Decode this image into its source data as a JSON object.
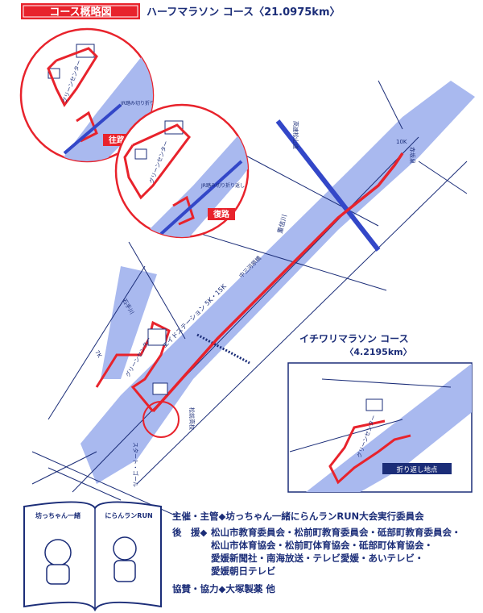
{
  "header": {
    "badge": "コース概略図",
    "title": "ハーフマラソン コース〈21.0975km〉"
  },
  "quarter": {
    "title": "イチワリマラソン コース",
    "distance": "〈4.2195km〉",
    "turn_label": "折り返し地点"
  },
  "insets": {
    "outbound": "往路",
    "return": "復路"
  },
  "map_labels": {
    "green_center": "グリーンセンター",
    "jr_turn": "JR踏み切り折り返し",
    "matsuyama_kosoku": "高速松山道",
    "river": "重信川",
    "nakamikawahara": "中三河原橋",
    "ishii_river": "石手川",
    "aid_station": "エイドステーション 5K・15K",
    "matsumae_hs": "松前高校",
    "akasaka": "赤坂泉",
    "ten_k": "10K",
    "start_goal": "スタート・ゴール",
    "seven_k": "7K"
  },
  "cartoon": {
    "left_title": "坊っちゃん一緒",
    "right_title": "にらんランRUN"
  },
  "credits": {
    "organizer_label": "主催・主管◆",
    "organizer": "坊っちゃん一緒にらんランRUN大会実行委員会",
    "support_label": "後　援◆",
    "support_lines": [
      "松山市教育委員会・松前町教育委員会・砥部町教育委員会・",
      "松山市体育協会・松前町体育協会・砥部町体育協会・",
      "愛媛新聞社・南海放送・テレビ愛媛・あいテレビ・",
      "愛媛朝日テレビ"
    ],
    "sponsor_label": "協賛・協力◆",
    "sponsor": "大塚製薬 他"
  },
  "colors": {
    "route": "#e8232c",
    "river": "#a9b9ef",
    "ink": "#1b2d78",
    "expressway": "#3347c8"
  }
}
